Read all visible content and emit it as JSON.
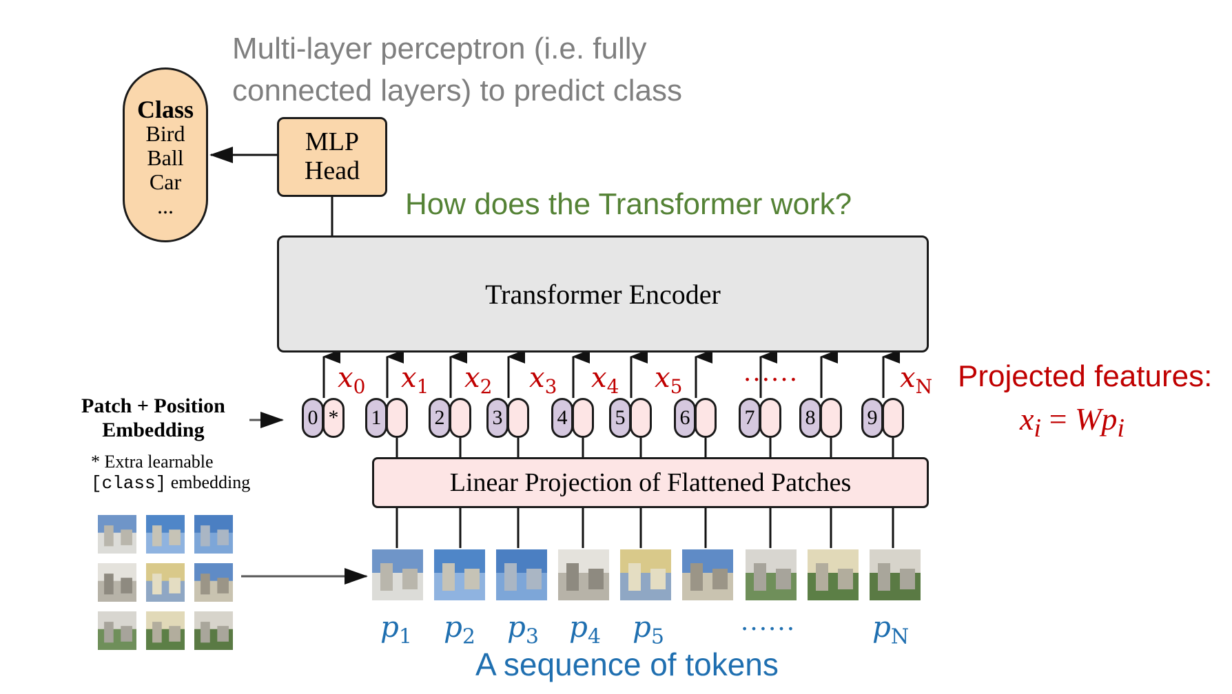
{
  "captions": {
    "mlp_note": "Multi-layer perceptron (i.e. fully connected layers) to predict class",
    "transformer_question": "How does the Transformer work?",
    "projected_features": "Projected features:",
    "sequence": "A sequence of tokens"
  },
  "class_box": {
    "title": "Class",
    "items": [
      "Bird",
      "Ball",
      "Car",
      "..."
    ]
  },
  "mlp_head": {
    "line1": "MLP",
    "line2": "Head"
  },
  "encoder": {
    "label": "Transformer Encoder"
  },
  "linear_projection": {
    "label": "Linear Projection of Flattened Patches"
  },
  "embedding": {
    "title_line1": "Patch + Position",
    "title_line2": "Embedding",
    "note_line1": "* Extra learnable",
    "note_code": "[class]",
    "note_line2_rest": " embedding"
  },
  "position_tokens": [
    "0",
    "1",
    "2",
    "3",
    "4",
    "5",
    "6",
    "7",
    "8",
    "9"
  ],
  "class_token_symbol": "*",
  "formula": {
    "lhs": "x",
    "lhs_sub": "i",
    "eq": "=",
    "rhs": "Wp",
    "rhs_sub": "i"
  },
  "x_labels": [
    {
      "base": "x",
      "sub": "0"
    },
    {
      "base": "x",
      "sub": "1"
    },
    {
      "base": "x",
      "sub": "2"
    },
    {
      "base": "x",
      "sub": "3"
    },
    {
      "base": "x",
      "sub": "4"
    },
    {
      "base": "x",
      "sub": "5"
    },
    {
      "base": "x",
      "sub": "N"
    }
  ],
  "x_dots": "……",
  "p_labels": [
    {
      "base": "p",
      "sub": "1"
    },
    {
      "base": "p",
      "sub": "2"
    },
    {
      "base": "p",
      "sub": "3"
    },
    {
      "base": "p",
      "sub": "4"
    },
    {
      "base": "p",
      "sub": "5"
    },
    {
      "base": "p",
      "sub": "N"
    }
  ],
  "p_dots": "……",
  "colors": {
    "gray_caption": "#7f7f7f",
    "green_caption": "#548235",
    "red_accent": "#c00000",
    "blue_accent": "#1f6fb0",
    "orange_box": "#fad7ac",
    "encoder_fill": "#e6e6e6",
    "pink_fill": "#fde5e5",
    "purple_fill": "#d5c8df"
  }
}
